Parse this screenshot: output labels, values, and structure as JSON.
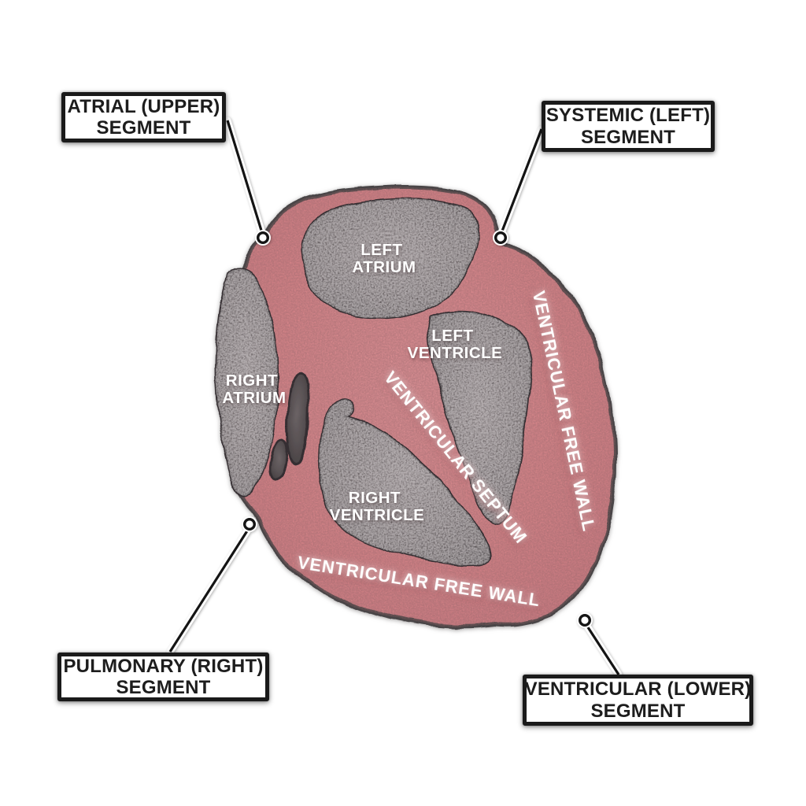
{
  "figure": {
    "type": "labeled-anatomical-diagram",
    "subject": "Heart four-chamber cross-section with echocardiographic segments"
  },
  "colors": {
    "background": "#ffffff",
    "myocardium_pink": "#df888d",
    "chamber_dark": "#534c4e",
    "heart_outline": "#4a4546",
    "chamber_outline": "#342f31",
    "chamber_label_text": "#ffffff",
    "wall_label_text": "#ffffff",
    "callout_text": "#1d1d1d",
    "callout_border": "#1a1a1a",
    "callout_background": "#ffffff",
    "leader_line": "#141414"
  },
  "chambers": [
    {
      "id": "left-atrium",
      "line1": "LEFT",
      "line2": "ATRIUM"
    },
    {
      "id": "left-ventricle",
      "line1": "LEFT",
      "line2": "VENTRICLE"
    },
    {
      "id": "right-atrium",
      "line1": "RIGHT",
      "line2": "ATRIUM"
    },
    {
      "id": "right-ventricle",
      "line1": "RIGHT",
      "line2": "VENTRICLE"
    }
  ],
  "walls": {
    "ventricular_septum": "VENTRICULAR SEPTUM",
    "ventricular_free_wall_right": "VENTRICULAR FREE WALL",
    "ventricular_free_wall_bottom": "VENTRICULAR FREE WALL"
  },
  "callouts": [
    {
      "id": "atrial-upper",
      "line1": "ATRIAL (UPPER)",
      "line2": "SEGMENT"
    },
    {
      "id": "systemic-left",
      "line1": "SYSTEMIC (LEFT)",
      "line2": "SEGMENT"
    },
    {
      "id": "pulmonary-right",
      "line1": "PULMONARY (RIGHT)",
      "line2": "SEGMENT"
    },
    {
      "id": "ventricular-lower",
      "line1": "VENTRICULAR (LOWER)",
      "line2": "SEGMENT"
    }
  ]
}
